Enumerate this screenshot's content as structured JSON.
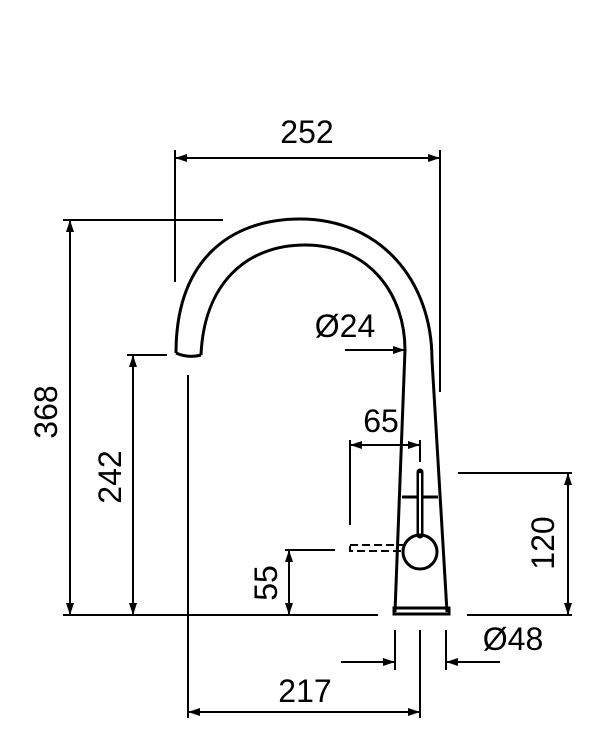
{
  "drawing": {
    "subject": "kitchen faucet dimension drawing",
    "units": "mm",
    "stroke_color": "#000000",
    "background_color": "#ffffff"
  },
  "dimensions": {
    "total_width": "252",
    "total_height": "368",
    "spout_outlet_height": "242",
    "spout_diameter": "Ø24",
    "lever_swing": "65",
    "lever_height": "55",
    "body_height_above_base": "120",
    "base_diameter": "Ø48",
    "spout_reach": "217"
  }
}
